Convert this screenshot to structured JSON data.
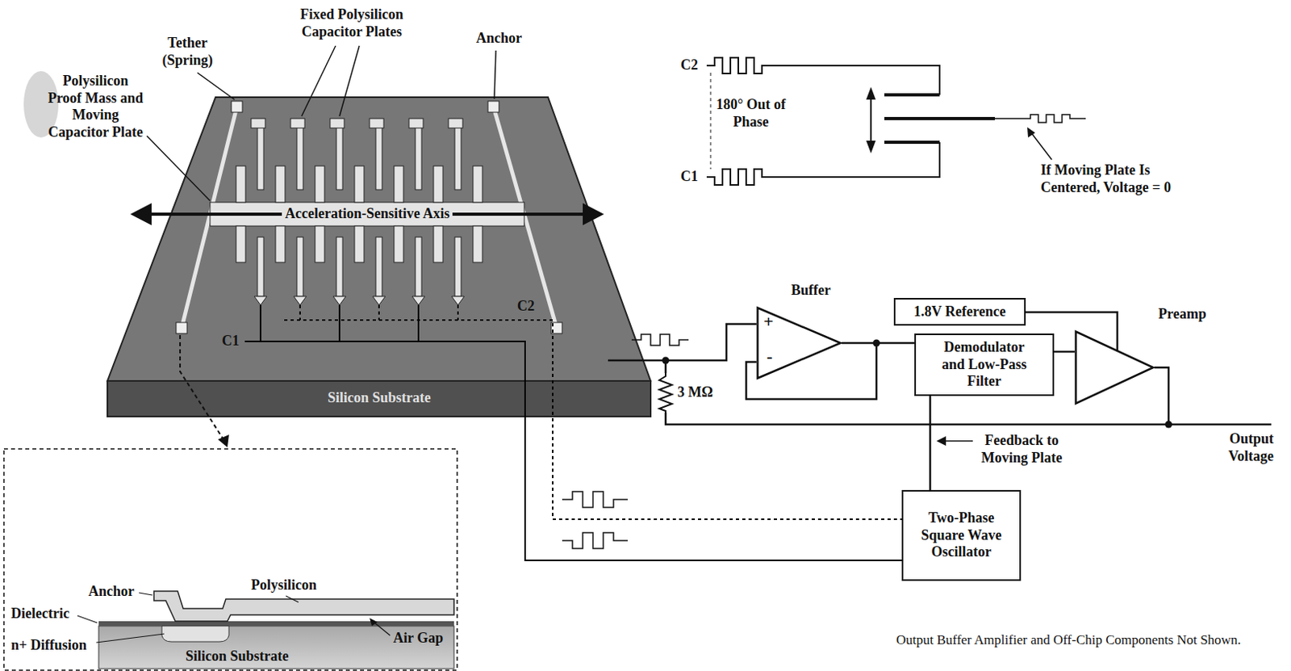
{
  "diagram": {
    "nodes": [
      {
        "text": [
          "1.8V Reference"
        ]
      },
      {
        "text": [
          "Buffer",
          "+",
          "-"
        ]
      },
      {
        "text": [
          "Demodulator and Low-Pass Filter"
        ]
      },
      {
        "text": [
          "Preamp"
        ]
      },
      {
        "text": [
          "Two-Phase Square Wave Oscillator"
        ]
      }
    ],
    "edges": [
      {
        "from": 1,
        "to": 2,
        "arrow": "none"
      },
      {
        "from": 0,
        "to": 3,
        "arrow": "none"
      },
      {
        "from": 2,
        "to": 3,
        "arrow": "none"
      },
      {
        "from": 4,
        "to": 2,
        "arrow": "none"
      },
      {
        "from": 3,
        "to": 1,
        "arrow": "none"
      }
    ],
    "labels": [
      "Fixed Polysilicon Capacitor Plates",
      "Tether (Spring)",
      "Anchor",
      "Polysilicon Proof Mass and Moving Capacitor Plate",
      "Acceleration-Sensitive Axis",
      "C2",
      "C1",
      "Silicon Substrate",
      "C2",
      "180° Out of Phase",
      "C1",
      "If Moving Plate Is Centered, Voltage = 0",
      "3 MΩ",
      "Feedback to Moving Plate",
      "Output Voltage",
      "Output Buffer Amplifier and Off-Chip Components Not Shown.",
      "Anchor",
      "Polysilicon",
      "Dielectric",
      "Air Gap",
      "n+ Diffusion",
      "Silicon Substrate"
    ]
  }
}
